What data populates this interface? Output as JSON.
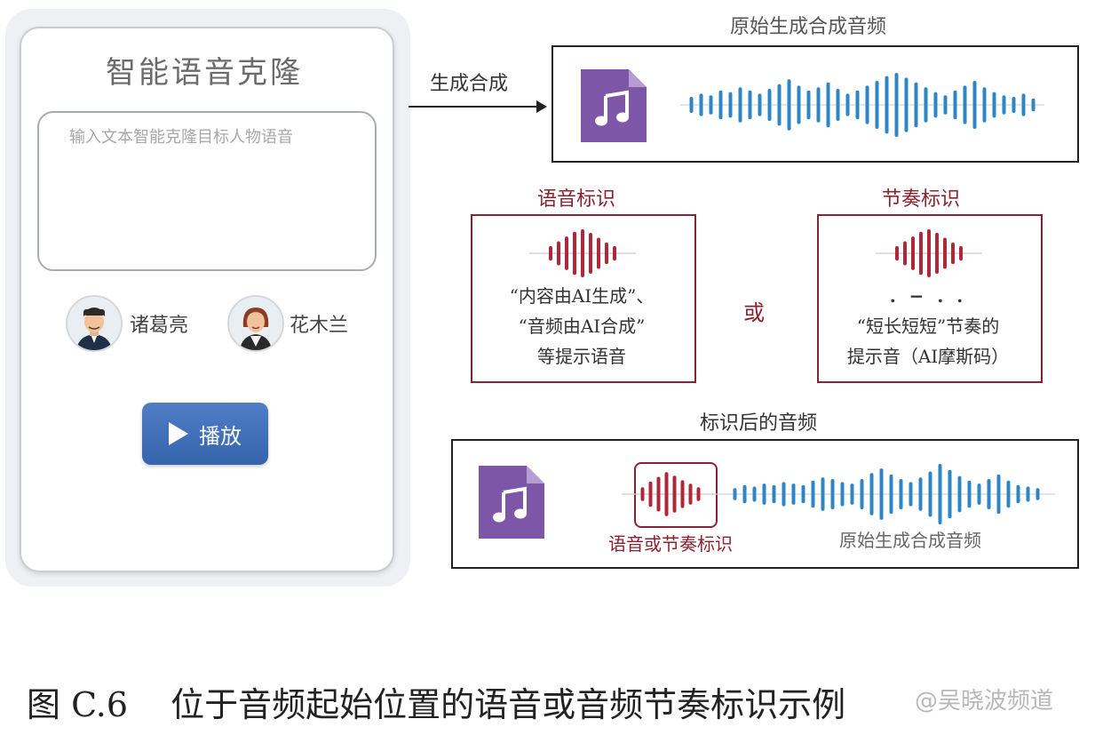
{
  "panel": {
    "title": "智能语音克隆",
    "input_placeholder": "输入文本智能克隆目标人物语音",
    "characters": [
      {
        "name": "诸葛亮",
        "icon": "man-avatar-icon"
      },
      {
        "name": "花木兰",
        "icon": "woman-avatar-icon"
      }
    ],
    "play_label": "播放"
  },
  "arrow_label": "生成合成",
  "original": {
    "title": "原始生成合成音频",
    "icon": "music-file-icon"
  },
  "voice_mark": {
    "title": "语音标识",
    "lines": [
      "“内容由AI生成”、",
      "“音频由AI合成”",
      "等提示语音"
    ]
  },
  "or_text": "或",
  "rhythm_mark": {
    "title": "节奏标识",
    "pattern": ". −  . .",
    "lines": [
      "“短长短短”节奏的",
      "提示音（AI摩斯码）"
    ]
  },
  "marked": {
    "title": "标识后的音频",
    "mark_label": "语音或节奏标识",
    "orig_label": "原始生成合成音频",
    "icon": "music-file-icon"
  },
  "caption": {
    "fig": "图 C.6",
    "text": "位于音频起始位置的语音或音频节奏标识示例"
  },
  "watermark": "@吴晓波频道",
  "colors": {
    "purple": "#7e56a8",
    "blue_wave": "#2f86c6",
    "red_wave": "#b0273a",
    "red_border": "#8a2331"
  }
}
